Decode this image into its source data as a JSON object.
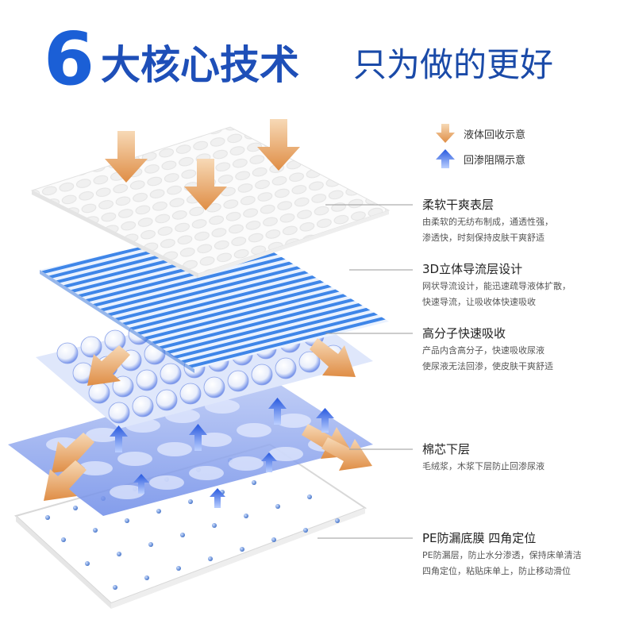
{
  "headline": {
    "number": "6",
    "title": "大核心技术",
    "subtitle": "只为做的更好"
  },
  "legend": [
    {
      "icon": "arrow-down-icon",
      "color": "#e0944e",
      "label": "液体回收示意"
    },
    {
      "icon": "arrow-up-icon",
      "color": "#2a5fe0",
      "label": "回渗阻隔示意"
    }
  ],
  "layers": [
    {
      "title": "柔软干爽表层",
      "desc": [
        "由柔软的无纺布制成，通透性强，",
        "渗透快，时刻保持皮肤干爽舒适"
      ]
    },
    {
      "title": "3D立体导流层设计",
      "desc": [
        "网状导流设计，能迅速疏导液体扩散，",
        "快速导流，让吸收体快速吸收"
      ]
    },
    {
      "title": "高分子快速吸收",
      "desc": [
        "产品内含高分子，快速吸收尿液",
        "使尿液无法回渗，使皮肤干爽舒适"
      ]
    },
    {
      "title": "棉芯下层",
      "desc": [
        "毛绒浆，木浆下层防止回渗尿液"
      ]
    },
    {
      "title": "PE防漏底膜 四角定位",
      "desc": [
        "PE防漏层，防止水分渗透，保持床单清洁",
        "四角定位，粘贴床单上，防止移动滑位"
      ]
    }
  ],
  "colors": {
    "brand_blue": "#1b5fd6",
    "absorb_arrow": "#e0944e",
    "block_arrow": "#2a5fe0",
    "leader_line": "#9a9a9a"
  }
}
